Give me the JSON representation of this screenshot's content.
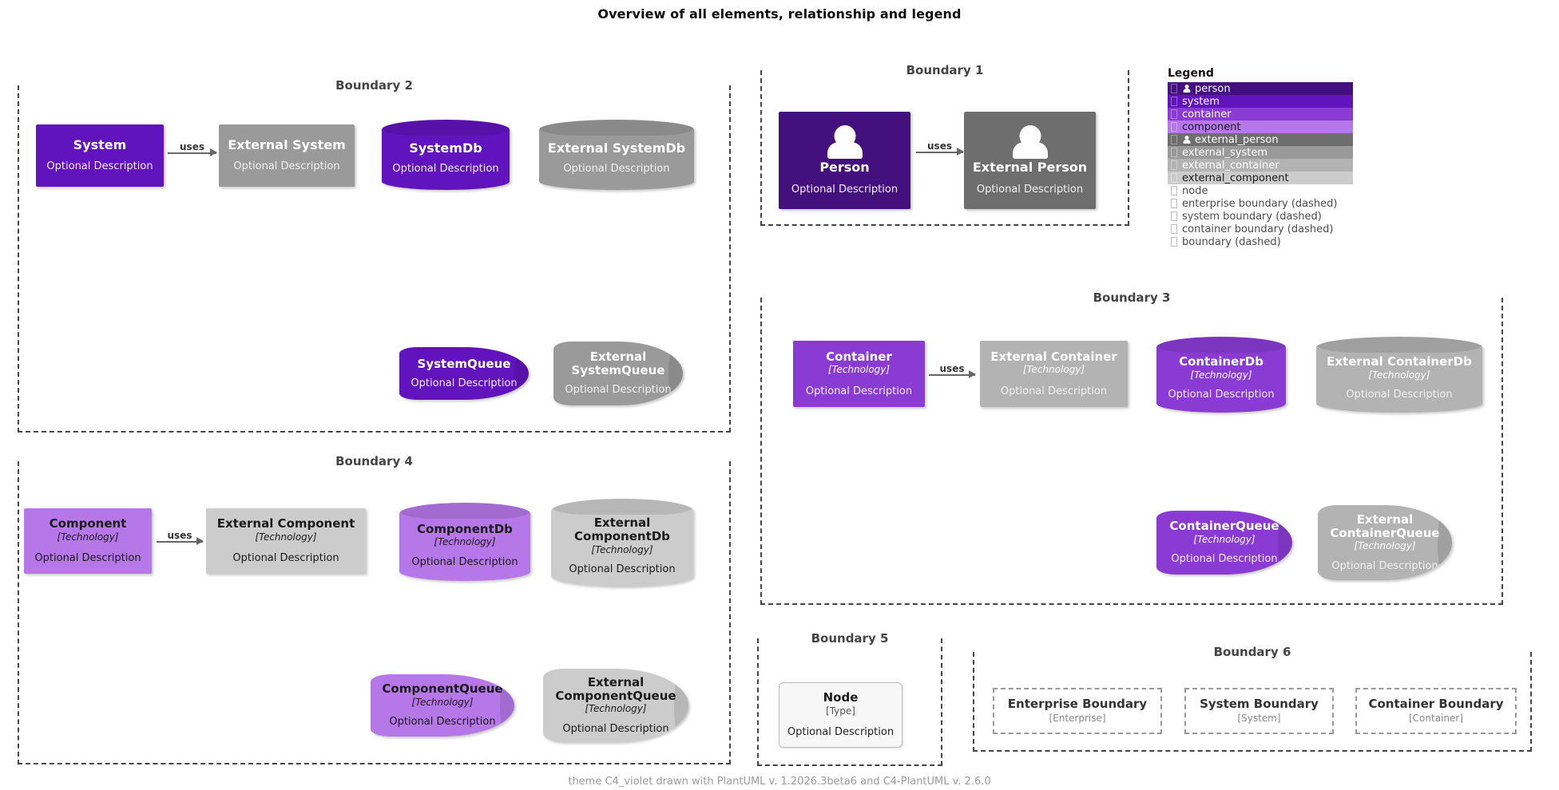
{
  "title": "Overview of all elements, relationship and legend",
  "footer": "theme C4_violet drawn with PlantUML v. 1.2026.3beta6 and C4-PlantUML v. 2.6.0",
  "colors": {
    "person": "#43107E",
    "system": "#6114BD",
    "container": "#8A3BD4",
    "component": "#B677E8",
    "external_person": "#6E6E6E",
    "external_system": "#9A9A9A",
    "external_container": "#B3B3B3",
    "external_component": "#CCCCCC",
    "boundary_stroke": "#444444",
    "relationship": "#666666"
  },
  "boundaries": {
    "b1": {
      "title": "Boundary 1"
    },
    "b2": {
      "title": "Boundary 2"
    },
    "b3": {
      "title": "Boundary 3"
    },
    "b4": {
      "title": "Boundary 4"
    },
    "b5": {
      "title": "Boundary 5"
    },
    "b6": {
      "title": "Boundary 6"
    }
  },
  "relationships": {
    "system_uses": "uses",
    "person_uses": "uses",
    "container_uses": "uses",
    "component_uses": "uses"
  },
  "elements": {
    "person": {
      "name": "Person",
      "desc": "Optional Description"
    },
    "external_person": {
      "name": "External Person",
      "desc": "Optional Description"
    },
    "system": {
      "name": "System",
      "desc": "Optional Description"
    },
    "external_system": {
      "name": "External System",
      "desc": "Optional Description"
    },
    "system_db": {
      "name": "SystemDb",
      "desc": "Optional Description"
    },
    "external_system_db": {
      "name": "External SystemDb",
      "desc": "Optional Description"
    },
    "system_queue": {
      "name": "SystemQueue",
      "desc": "Optional Description"
    },
    "external_system_queue": {
      "name": "External SystemQueue",
      "desc": "Optional Description"
    },
    "container": {
      "name": "Container",
      "tech": "[Technology]",
      "desc": "Optional Description"
    },
    "external_container": {
      "name": "External Container",
      "tech": "[Technology]",
      "desc": "Optional Description"
    },
    "container_db": {
      "name": "ContainerDb",
      "tech": "[Technology]",
      "desc": "Optional Description"
    },
    "external_container_db": {
      "name": "External ContainerDb",
      "tech": "[Technology]",
      "desc": "Optional Description"
    },
    "container_queue": {
      "name": "ContainerQueue",
      "tech": "[Technology]",
      "desc": "Optional Description"
    },
    "external_container_queue": {
      "name": "External ContainerQueue",
      "tech": "[Technology]",
      "desc": "Optional Description"
    },
    "component": {
      "name": "Component",
      "tech": "[Technology]",
      "desc": "Optional Description"
    },
    "external_component": {
      "name": "External Component",
      "tech": "[Technology]",
      "desc": "Optional Description"
    },
    "component_db": {
      "name": "ComponentDb",
      "tech": "[Technology]",
      "desc": "Optional Description"
    },
    "external_component_db": {
      "name": "External ComponentDb",
      "tech": "[Technology]",
      "desc": "Optional Description"
    },
    "component_queue": {
      "name": "ComponentQueue",
      "tech": "[Technology]",
      "desc": "Optional Description"
    },
    "external_component_queue": {
      "name": "External ComponentQueue",
      "tech": "[Technology]",
      "desc": "Optional Description"
    },
    "node": {
      "name": "Node",
      "tech": "[Type]",
      "desc": "Optional Description"
    },
    "enterprise_boundary": {
      "name": "Enterprise Boundary",
      "tech": "[Enterprise]"
    },
    "system_boundary": {
      "name": "System Boundary",
      "tech": "[System]"
    },
    "container_boundary": {
      "name": "Container Boundary",
      "tech": "[Container]"
    }
  },
  "legend": {
    "title": "Legend",
    "rows": [
      {
        "label": "person",
        "color": "#43107E",
        "text_color": "#ffffff",
        "icon": "person-icon"
      },
      {
        "label": "system",
        "color": "#6114BD",
        "text_color": "#ffffff",
        "icon": ""
      },
      {
        "label": "container",
        "color": "#8A3BD4",
        "text_color": "#ffffff",
        "icon": ""
      },
      {
        "label": "component",
        "color": "#B677E8",
        "text_color": "#1a1a1a",
        "icon": ""
      },
      {
        "label": "external_person",
        "color": "#6E6E6E",
        "text_color": "#ffffff",
        "icon": "person-icon"
      },
      {
        "label": "external_system",
        "color": "#9A9A9A",
        "text_color": "#ffffff",
        "icon": ""
      },
      {
        "label": "external_container",
        "color": "#B3B3B3",
        "text_color": "#ffffff",
        "icon": ""
      },
      {
        "label": "external_component",
        "color": "#CCCCCC",
        "text_color": "#1a1a1a",
        "icon": ""
      },
      {
        "label": "node",
        "color": "",
        "text_color": "#4b4b4b",
        "icon": ""
      },
      {
        "label": "enterprise boundary (dashed)",
        "color": "",
        "text_color": "#4b4b4b",
        "icon": ""
      },
      {
        "label": "system boundary (dashed)",
        "color": "",
        "text_color": "#4b4b4b",
        "icon": ""
      },
      {
        "label": "container boundary (dashed)",
        "color": "",
        "text_color": "#4b4b4b",
        "icon": ""
      },
      {
        "label": "boundary (dashed)",
        "color": "",
        "text_color": "#4b4b4b",
        "icon": ""
      }
    ]
  }
}
